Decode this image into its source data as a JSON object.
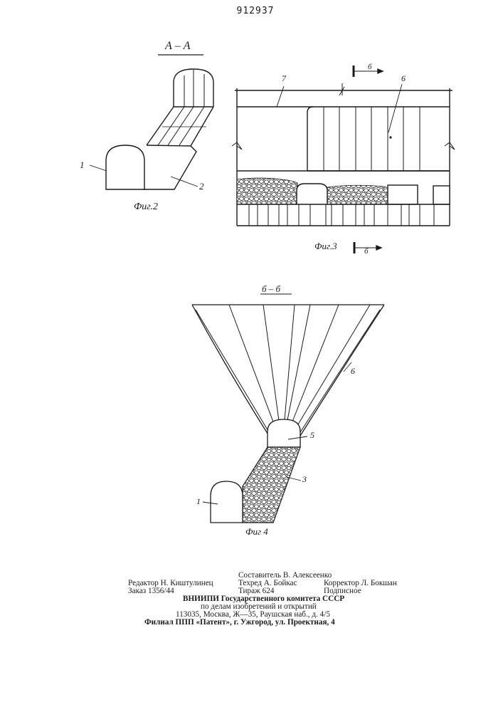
{
  "document": {
    "patent_number": "912937"
  },
  "fig2": {
    "section_label": "А – А",
    "caption": "Фиг.2",
    "labels": {
      "l1": "1",
      "l2": "2"
    }
  },
  "fig3": {
    "caption": "Фиг.3",
    "section_marker_top": "б",
    "section_marker_bottom": "б",
    "labels": {
      "l7": "7",
      "l6": "6"
    }
  },
  "fig4": {
    "section_label": "б – б",
    "caption": "Фиг 4",
    "labels": {
      "l6": "6",
      "l5": "5",
      "l3": "3",
      "l1": "1"
    }
  },
  "footer": {
    "compiler": "Составитель В. Алексеенко",
    "editor": "Редактор Н. Киштулинец",
    "tech_editor": "Техред А. Бойкас",
    "corrector": "Корректор Л. Бокшан",
    "order": "Заказ 1356/44",
    "circulation": "Тираж 624",
    "subscription": "Подписное",
    "org_line1": "ВНИИПИ   Государственного   комитета   СССР",
    "org_line2": "по  делам  изобретений  и  открытий",
    "address": "113035,  Москва,  Ж—35,  Раушская  наб.,  д.  4/5",
    "branch": "Филиал  ППП  «Патент»,  г.  Ужгород,  ул.  Проектная,  4"
  }
}
